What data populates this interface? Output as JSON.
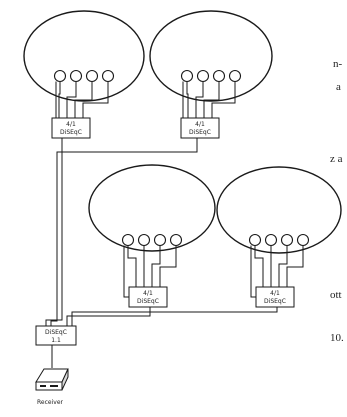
{
  "edge_text": [
    "n-",
    "a",
    "z a",
    "ott",
    "10."
  ],
  "switches": [
    {
      "name": "switch-top-left",
      "line1": "4/1",
      "line2": "DiSEqC"
    },
    {
      "name": "switch-top-right",
      "line1": "4/1",
      "line2": "DiSEqC"
    },
    {
      "name": "switch-bottom-left",
      "line1": "4/1",
      "line2": "DiSEqC"
    },
    {
      "name": "switch-bottom-right",
      "line1": "4/1",
      "line2": "DiSEqC"
    }
  ],
  "main_switch": {
    "line1": "DiSEqC",
    "line2": "1.1"
  },
  "receiver_label": "Receiver"
}
